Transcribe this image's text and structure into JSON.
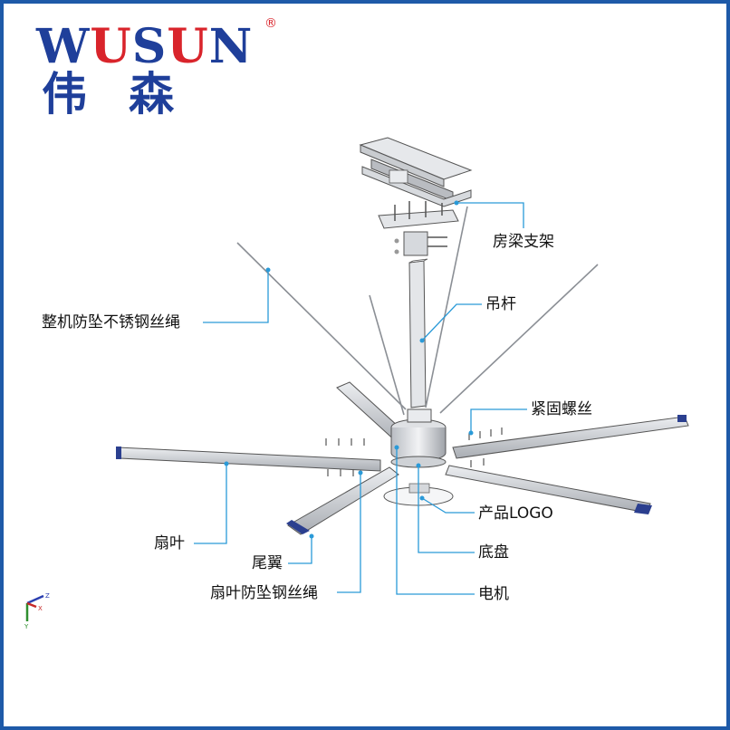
{
  "logo": {
    "text_en": "WUSUN",
    "text_cn": "伟森",
    "registered": "®"
  },
  "labels": {
    "beam_bracket": "房梁支架",
    "hanging_rod": "吊杆",
    "safety_cable": "整机防坠不锈钢丝绳",
    "fastening_screws": "紧固螺丝",
    "product_logo": "产品LOGO",
    "base_plate": "底盘",
    "blade": "扇叶",
    "winglet": "尾翼",
    "blade_safety_cable": "扇叶防坠钢丝绳",
    "motor": "电机"
  },
  "colors": {
    "frame": "#1e5aa8",
    "leader": "#2a9ad8",
    "brand_blue": "#1f3f9a",
    "brand_red": "#d9242b",
    "blade_tip": "#2b3f8f"
  },
  "axis": {
    "x": "X",
    "y": "Y",
    "z": "Z"
  }
}
